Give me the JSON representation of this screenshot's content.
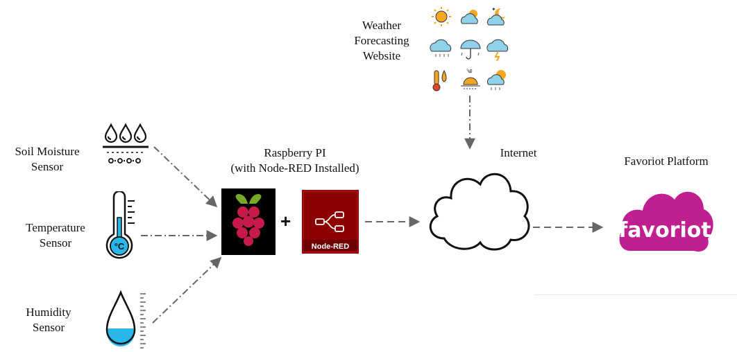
{
  "labels": {
    "soil": [
      "Soil Moisture",
      "Sensor"
    ],
    "temperature": [
      "Temperature",
      "Sensor"
    ],
    "humidity": [
      "Humidity",
      "Sensor"
    ],
    "raspberry": [
      "Raspberry PI",
      "(with Node-RED Installed)"
    ],
    "weather": [
      "Weather",
      "Forecasting",
      "Website"
    ],
    "internet": "Internet",
    "favoriot": "Favoriot Platform"
  },
  "plus_sign": "+",
  "nodered_logo_text": "Node-RED",
  "favoriot_logo_text": "favoriot",
  "temperature_icon_text": "°C",
  "weather_icons": [
    "sun-icon",
    "sun-cloud-icon",
    "moon-cloud-icon",
    "rain-cloud-icon",
    "umbrella-icon",
    "storm-cloud-icon",
    "thermometer-icon",
    "sunrise-icon",
    "cloudy-sun-icon"
  ],
  "colors": {
    "arrow": "#666666",
    "favoriot": "#c0208f",
    "nodered_bg": "#8f0000",
    "raspberry": "#c51a4a",
    "raspberry_leaf": "#75a928",
    "water": "#29b6e8",
    "weather_orange": "#f5a623",
    "weather_blue": "#8fd0ea"
  }
}
